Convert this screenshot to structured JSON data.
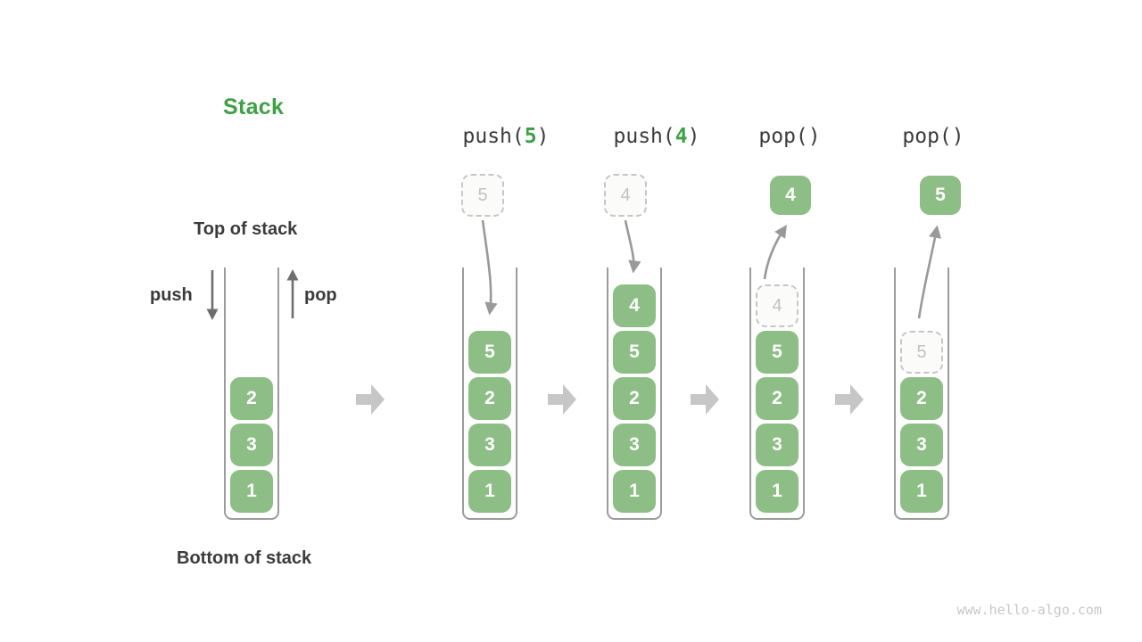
{
  "title": "Stack",
  "labels": {
    "top_of_stack": "Top of stack",
    "bottom_of_stack": "Bottom of stack",
    "push": "push",
    "pop": "pop"
  },
  "operations": [
    {
      "fn": "push(",
      "arg": "5",
      "close": ")"
    },
    {
      "fn": "push(",
      "arg": "4",
      "close": ")"
    },
    {
      "fn": "pop(",
      "arg": "",
      "close": ")"
    },
    {
      "fn": "pop(",
      "arg": "",
      "close": ")"
    }
  ],
  "floating_boxes": {
    "push5_value": "5",
    "push4_value": "4",
    "pop_first_value": "4",
    "pop_second_value": "5"
  },
  "stacks": [
    {
      "items": [
        "2",
        "3",
        "1"
      ]
    },
    {
      "items": [
        "5",
        "2",
        "3",
        "1"
      ]
    },
    {
      "items": [
        "4",
        "5",
        "2",
        "3",
        "1"
      ]
    },
    {
      "ghost": "4",
      "items": [
        "5",
        "2",
        "3",
        "1"
      ]
    },
    {
      "ghost": "5",
      "items": [
        "2",
        "3",
        "1"
      ]
    }
  ],
  "watermark": "www.hello-algo.com",
  "colors": {
    "title_green": "#3FA047",
    "digit_green": "#3FA047",
    "box_green": "#8DBE85",
    "text_dark": "#3B3B3B",
    "container_gray": "#9C9C9C",
    "thin_arrow_gray": "#6E6E6E",
    "curve_arrow_gray": "#999999",
    "block_arrow_gray": "#C6C6C6",
    "ghost_border_gray": "#C6C6C6",
    "ghost_text_gray": "#C2C2C2",
    "watermark_gray": "#C8C8C8"
  }
}
